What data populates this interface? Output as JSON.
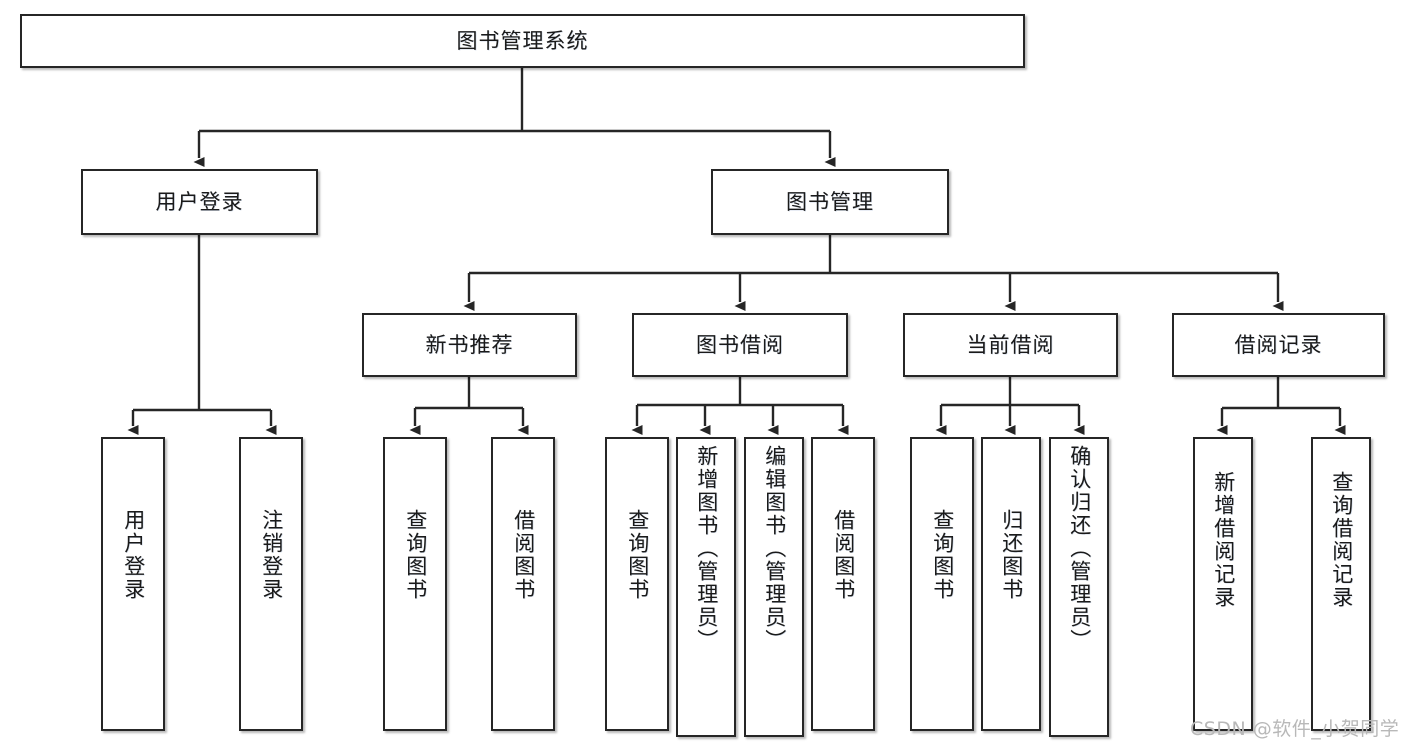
{
  "diagram": {
    "title": "图书管理系统",
    "watermark": "CSDN @软件_小贺同学",
    "line_color": "#262626",
    "box_fill": "#ffffff",
    "box_border": "#262626",
    "nodes": {
      "root": "图书管理系统",
      "l2": {
        "user_login": "用户登录",
        "book_manage": "图书管理"
      },
      "l3": {
        "new_book_rec": "新书推荐",
        "book_borrow": "图书借阅",
        "current_borrow": "当前借阅",
        "borrow_record": "借阅记录"
      },
      "leaves": {
        "user_login_1": "用户登录",
        "user_login_2": "注销登录",
        "new_book_rec_1": "查询图书",
        "new_book_rec_2": "借阅图书",
        "book_borrow_1": "查询图书",
        "book_borrow_2": "新增图书（管理员）",
        "book_borrow_3": "编辑图书（管理员）",
        "book_borrow_4": "借阅图书",
        "current_borrow_1": "查询图书",
        "current_borrow_2": "归还图书",
        "current_borrow_3": "确认归还（管理员）",
        "borrow_record_1": "新增借阅记录",
        "borrow_record_2": "查询借阅记录"
      }
    }
  }
}
